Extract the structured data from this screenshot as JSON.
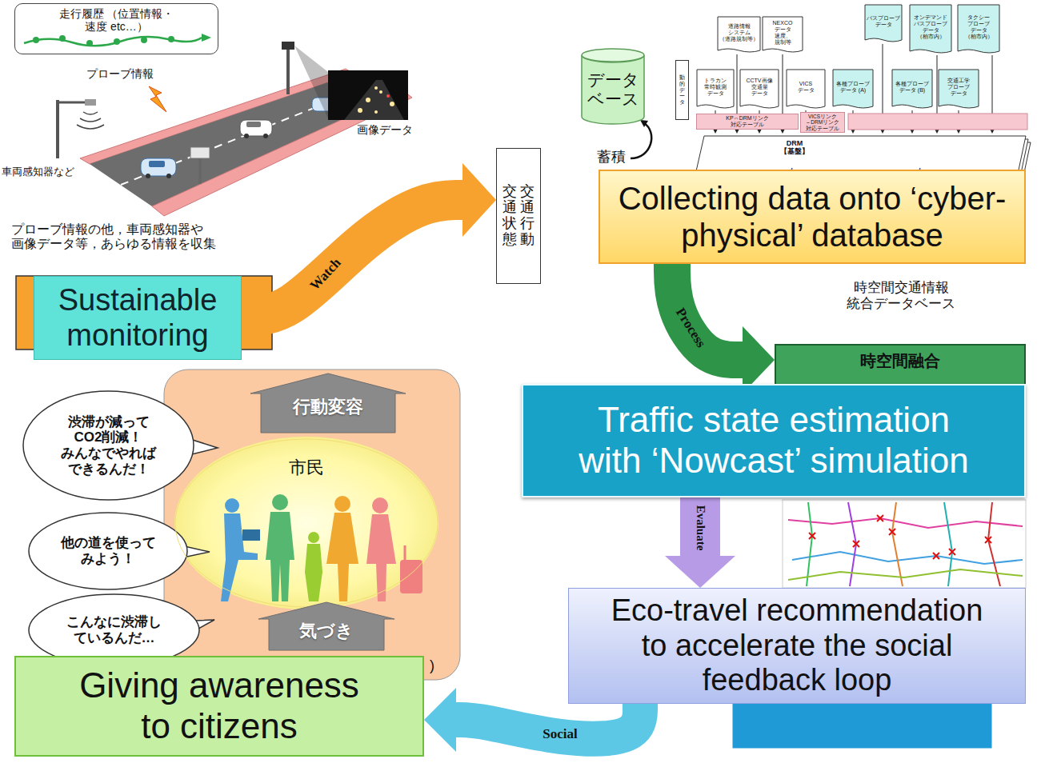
{
  "diagram": {
    "nodes": [
      {
        "text": [
          "走行履歴 （位置情報・速度 etc…）"
        ]
      },
      {
        "text": [
          "Sustainable monitoring"
        ]
      },
      {
        "text": [
          "交通行動",
          "交通状態"
        ]
      },
      {
        "text": [
          "データ ベース"
        ]
      },
      {
        "text": [
          "道路情報 システム （道路規制等）"
        ]
      },
      {
        "text": [
          "NEXCO データ 速度、規制等"
        ]
      },
      {
        "text": [
          "バスプローブ データ"
        ]
      },
      {
        "text": [
          "オンデマンド バスプローブ データ （柏市内）"
        ]
      },
      {
        "text": [
          "タクシー プローブ データ （柏市内）"
        ]
      },
      {
        "text": [
          "動的データ"
        ]
      },
      {
        "text": [
          "トラカン 常時観測 データ"
        ]
      },
      {
        "text": [
          "CCTV画像 交通量 データ"
        ]
      },
      {
        "text": [
          "VICS データ"
        ]
      },
      {
        "text": [
          "各種プローブ データ (A)"
        ]
      },
      {
        "text": [
          "各種プローブ データ (B)"
        ]
      },
      {
        "text": [
          "交通工学 プローブ データ"
        ]
      },
      {
        "text": [
          "KP⇔DRMリンク 対応テーブル"
        ]
      },
      {
        "text": [
          "VICSリンク ⇔DRMリンク 対応テーブル"
        ]
      },
      {
        "text": [
          "DRM 【基盤】"
        ]
      },
      {
        "text": [
          "Collecting data onto ‘cyber-physical’ database"
        ]
      },
      {
        "text": [
          "時空間融合"
        ]
      },
      {
        "text": [
          "Traffic state estimation with ‘Nowcast’ simulation"
        ]
      },
      {
        "text": [
          "Eco-travel recommendation to accelerate the social feedback loop"
        ]
      },
      {
        "text": [
          "渋滞が減って CO2削減！ みんなでやれば できるんだ！"
        ]
      },
      {
        "text": [
          "他の道を使って みよう！"
        ]
      },
      {
        "text": [
          "こんなに渋滞し ているんだ…"
        ]
      },
      {
        "text": [
          "行動変容"
        ]
      },
      {
        "text": [
          "市民"
        ]
      },
      {
        "text": [
          "気づき"
        ]
      },
      {
        "text": [
          "Giving awareness to citizens"
        ]
      }
    ],
    "edges": [
      {
        "from": 1,
        "to": 2,
        "label": "Watch",
        "arrow": "to"
      },
      {
        "from": 19,
        "to": 20,
        "label": "Process",
        "arrow": "to"
      },
      {
        "from": 21,
        "to": 22,
        "label": "Evaluate",
        "arrow": "to"
      },
      {
        "from": 22,
        "to": 29,
        "label": "Social",
        "arrow": "to"
      }
    ],
    "labels": [
      "プローブ情報",
      "画像データ",
      "車両感知器など",
      "プローブ情報の他，車両感知器や 画像データ等，あらゆる情報を収集",
      "蓄積",
      "時空間交通情報 統合データベース",
      ")"
    ]
  }
}
